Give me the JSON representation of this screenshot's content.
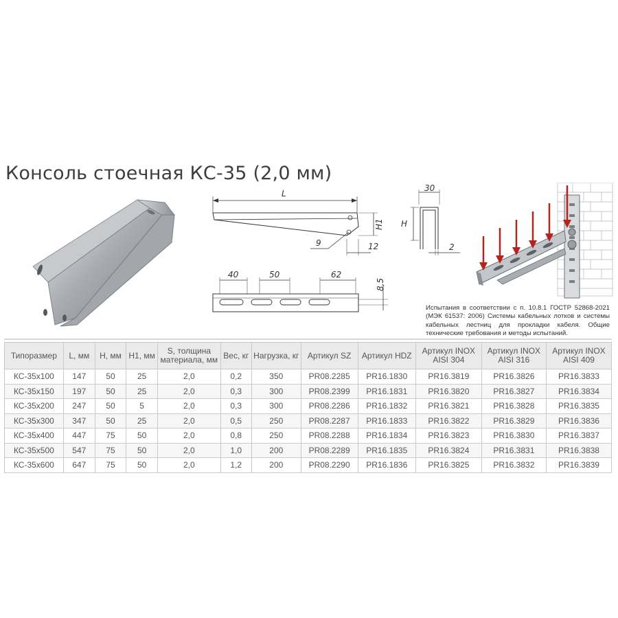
{
  "title": "Консоль стоечная КС-35 (2,0 мм)",
  "dimensions": {
    "L": "L",
    "H1": "H1",
    "H": "H",
    "d9": "9",
    "d12": "12",
    "d30": "30",
    "d2": "2",
    "d40": "40",
    "d50": "50",
    "d62": "62",
    "d85": "8,5"
  },
  "note": "Испытания в соответствии с п. 10.8.1 ГОСТР 52868-2021 (МЭК 61537: 2006) Системы кабельных лотков и системы кабельных лестниц для прокладки кабеля. Общие технические требования и методы испытаний.",
  "table": {
    "headers": [
      "Типоразмер",
      "L, мм",
      "H, мм",
      "H1, мм",
      "S, толщина материала, мм",
      "Вес, кг",
      "Нагрузка, кг",
      "Артикул SZ",
      "Артикул HDZ",
      "Артикул INOX AISI 304",
      "Артикул INOX AISI 316",
      "Артикул INOX AISI 409"
    ],
    "rows": [
      [
        "КС-35х100",
        "147",
        "50",
        "25",
        "2,0",
        "0,2",
        "350",
        "PR08.2285",
        "PR16.1830",
        "PR16.3819",
        "PR16.3826",
        "PR16.3833"
      ],
      [
        "КС-35х150",
        "197",
        "50",
        "25",
        "2,0",
        "0,3",
        "300",
        "PR08.2399",
        "PR16.1831",
        "PR16.3820",
        "PR16.3827",
        "PR16.3834"
      ],
      [
        "КС-35х200",
        "247",
        "50",
        "5",
        "2,0",
        "0,3",
        "300",
        "PR08.2286",
        "PR16.1832",
        "PR16.3821",
        "PR16.3828",
        "PR16.3835"
      ],
      [
        "КС-35х300",
        "347",
        "50",
        "25",
        "2,0",
        "0,5",
        "250",
        "PR08.2287",
        "PR16.1833",
        "PR16.3822",
        "PR16.3829",
        "PR16.3836"
      ],
      [
        "КС-35х400",
        "447",
        "75",
        "50",
        "2,0",
        "0,8",
        "250",
        "PR08.2288",
        "PR16.1834",
        "PR16.3823",
        "PR16.3830",
        "PR16.3837"
      ],
      [
        "КС-35х500",
        "547",
        "75",
        "50",
        "2,0",
        "1,0",
        "200",
        "PR08.2289",
        "PR16.1835",
        "PR16.3824",
        "PR16.3831",
        "PR16.3838"
      ],
      [
        "КС-35х600",
        "647",
        "75",
        "50",
        "2,0",
        "1,2",
        "200",
        "PR08.2290",
        "PR16.1836",
        "PR16.3825",
        "PR16.3832",
        "PR16.3839"
      ]
    ]
  },
  "colors": {
    "arrow": "#b5231f",
    "metal": "#b9bcc0",
    "header_bg": "#eaeaea"
  },
  "icons": [
    "bracket-photo",
    "bracket-side-drawing",
    "profile-drawing",
    "slot-drawing",
    "load-test-illustration"
  ]
}
